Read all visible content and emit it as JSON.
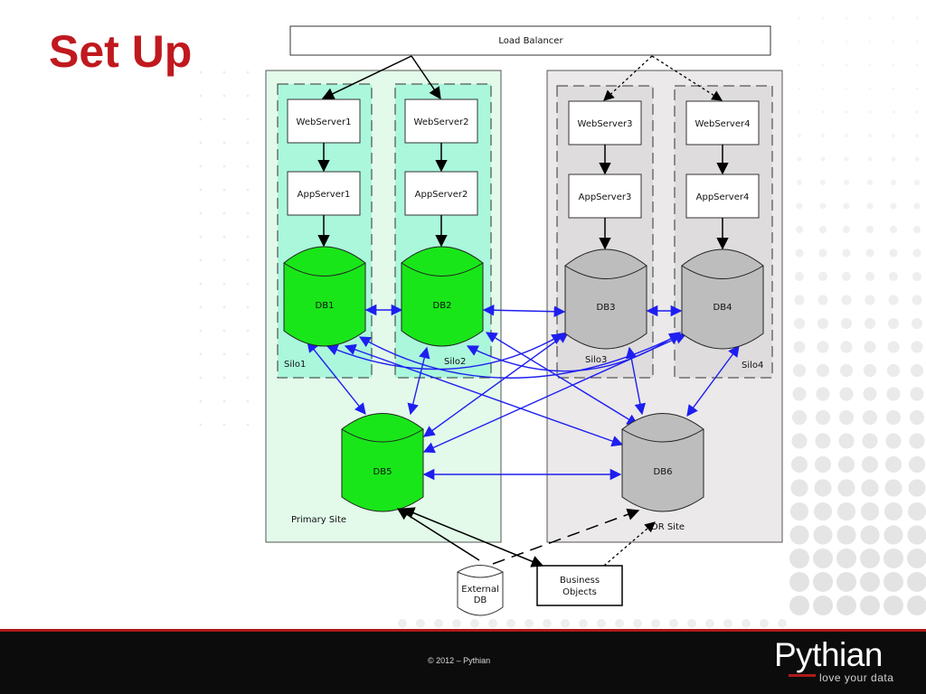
{
  "slide": {
    "title": "Set Up"
  },
  "diagram": {
    "load_balancer": "Load Balancer",
    "sites": {
      "primary": "Primary Site",
      "dr": "DR Site"
    },
    "silos": [
      "Silo1",
      "Silo2",
      "Silo3",
      "Silo4"
    ],
    "web_servers": [
      "WebServer1",
      "WebServer2",
      "WebServer3",
      "WebServer4"
    ],
    "app_servers": [
      "AppServer1",
      "AppServer2",
      "AppServer3",
      "AppServer4"
    ],
    "databases": [
      "DB1",
      "DB2",
      "DB3",
      "DB4",
      "DB5",
      "DB6"
    ],
    "external_db": [
      "External",
      "DB"
    ],
    "business_objects": [
      "Business",
      "Objects"
    ],
    "colors": {
      "primary_site_bg": "#e3faea",
      "dr_site_bg": "#ebe9e9",
      "primary_silo_bg": "#aaf7dc",
      "dr_silo_bg": "#dedcdc",
      "primary_db": "#19e619",
      "dr_db": "#bdbdbd",
      "replication_arrow": "#1e1ef0"
    }
  },
  "footer": {
    "copyright": "© 2012 – Pythian",
    "logo": "Pythian",
    "tagline": "love your data"
  }
}
